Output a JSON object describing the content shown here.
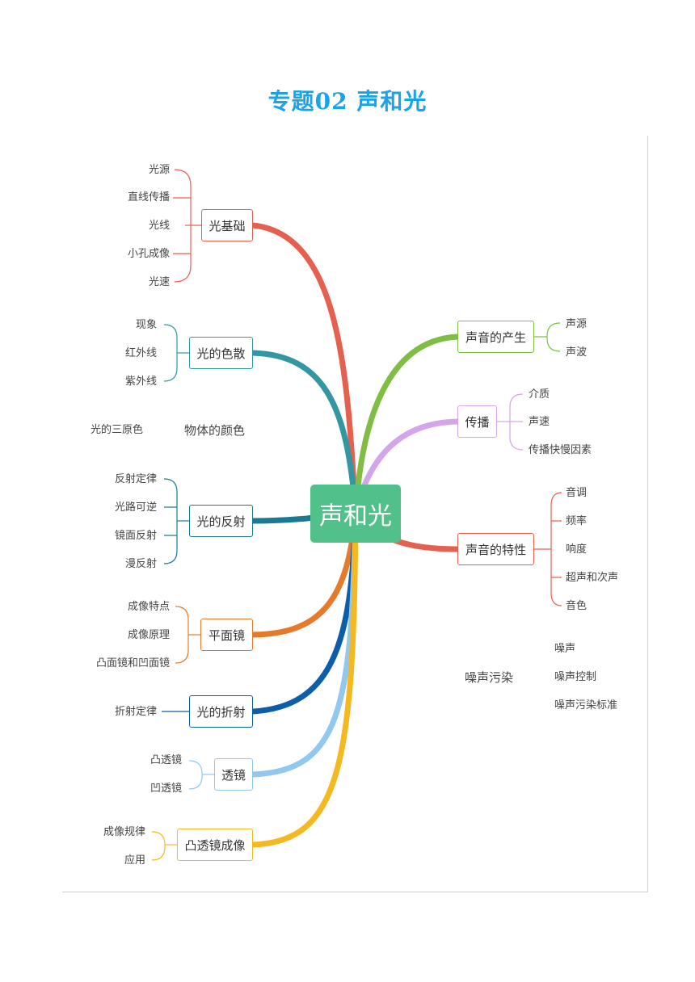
{
  "title": "专题02 声和光",
  "colors": {
    "title": "#1aa3e8",
    "center": "#52c08a"
  },
  "center": "声和光",
  "branches": {
    "guang_jichu": {
      "label": "光基础",
      "color": "#e5604f",
      "leaves": [
        "光源",
        "直线传播",
        "光线",
        "小孔成像",
        "光速"
      ]
    },
    "guang_sesan": {
      "label": "光的色散",
      "color": "#3296a3",
      "leaves": [
        "现象",
        "红外线",
        "紫外线"
      ]
    },
    "guang_fanshe": {
      "label": "光的反射",
      "color": "#1b7a92",
      "leaves": [
        "反射定律",
        "光路可逆",
        "镜面反射",
        "漫反射"
      ]
    },
    "pingmianjing": {
      "label": "平面镜",
      "color": "#e47a2a",
      "leaves": [
        "成像特点",
        "成像原理",
        "凸面镜和凹面镜"
      ]
    },
    "guang_zheshe": {
      "label": "光的折射",
      "color": "#0d5ea8",
      "leaves": [
        "折射定律"
      ]
    },
    "toujing": {
      "label": "透镜",
      "color": "#90c8f0",
      "leaves": [
        "凸透镜",
        "凹透镜"
      ]
    },
    "tutoujing_chengxiang": {
      "label": "凸透镜成像",
      "color": "#f5b820",
      "leaves": [
        "成像规律",
        "应用"
      ]
    },
    "shengyin_chansheng": {
      "label": "声音的产生",
      "color": "#7fbd45",
      "leaves": [
        "声源",
        "声波"
      ]
    },
    "chuanbo": {
      "label": "传播",
      "color": "#d4a5ea",
      "leaves": [
        "介质",
        "声速",
        "传播快慢因素"
      ]
    },
    "shengyin_texing": {
      "label": "声音的特性",
      "color": "#e5604f",
      "leaves": [
        "音调",
        "频率",
        "响度",
        "超声和次声",
        "音色"
      ]
    }
  },
  "floating": {
    "sanyuanse": "光的三原色",
    "wuti_yanse": "物体的颜色",
    "zaosheng_wuran": "噪声污染",
    "zaosheng_leaves": [
      "噪声",
      "噪声控制",
      "噪声污染标准"
    ]
  }
}
